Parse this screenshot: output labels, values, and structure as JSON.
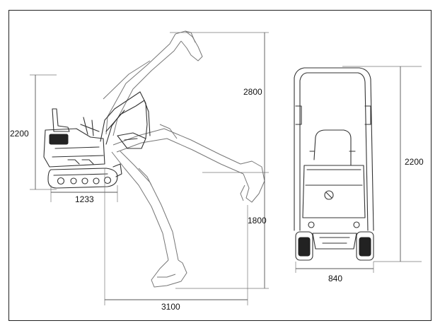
{
  "dimensions": {
    "side_height": "2200",
    "track_length": "1233",
    "max_dig_height": "2800",
    "max_dig_depth": "1800",
    "max_reach": "3100",
    "front_height": "2200",
    "front_width": "840"
  }
}
